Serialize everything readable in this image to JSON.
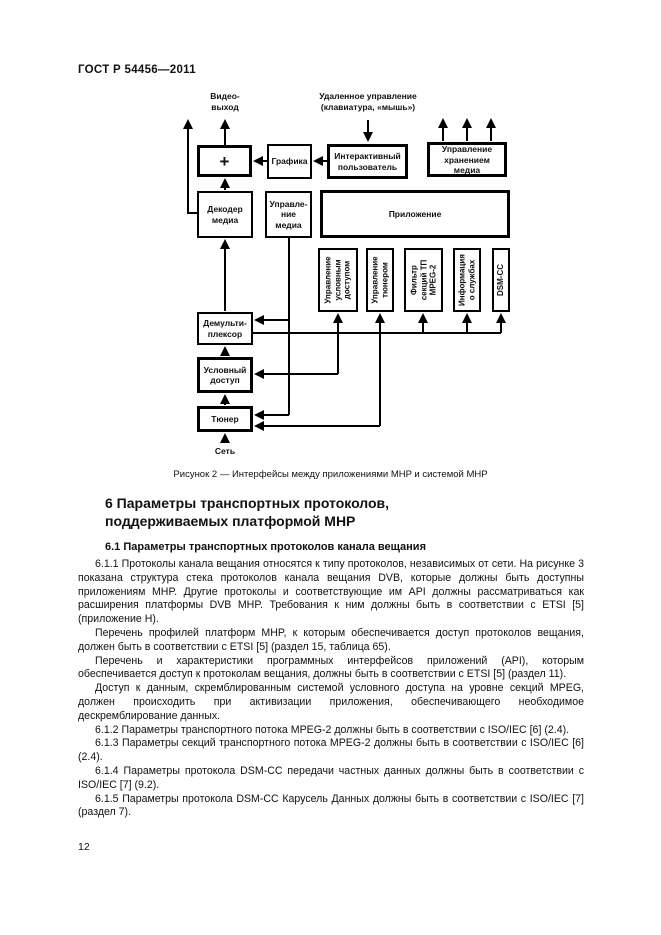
{
  "page": {
    "header": "ГОСТ Р 54456—2011",
    "page_number": "12"
  },
  "figure": {
    "caption": "Рисунок 2 — Интерфейсы между приложениями MHP и системой MHP",
    "labels": {
      "video_out": "Видео-\nвыход",
      "remote_control": "Удаленное управление\n(клавиатура, «мышь»)",
      "network": "Сеть"
    },
    "boxes": {
      "plus": "+",
      "graphics": "Графика",
      "interactive_user": "Интерактивный\nпользователь",
      "media_storage": "Управление\nхранением\nмедиа",
      "media_decoder": "Декодер\nмедиа",
      "media_control": "Управле-\nние\nмедиа",
      "application": "Приложение",
      "ca_control": "Управление\nусловным\nдоступом",
      "tuner_control": "Управление\nтюнером",
      "ts_section_filter": "Фильтр\nсекций ТП\nMPEG-2",
      "service_info": "Информация\nо службах",
      "dsm_cc": "DSM-CC",
      "demultiplexer": "Демульти-\nплексор",
      "conditional_access": "Условный\nдоступ",
      "tuner": "Тюнер"
    }
  },
  "section": {
    "title": "6 Параметры транспортных протоколов,\nподдерживаемых платформой MHP",
    "subsection_title": "6.1 Параметры транспортных протоколов канала вещания",
    "paragraphs": [
      "6.1.1 Протоколы канала вещания относятся к типу протоколов, независимых от сети. На рисунке 3 показана структура стека протоколов канала вещания DVB, которые должны быть доступны приложениям MHP. Другие протоколы и соответствующие им API должны рассматриваться как расширения платформы DVB MHP. Требования к ним должны быть в соответствии с ETSI [5] (приложение H).",
      "Перечень профилей платформ MHP, к которым обеспечивается доступ протоколов вещания, должен быть в соответствии с ETSI [5] (раздел 15, таблица 65).",
      "Перечень и характеристики программных интерфейсов приложений (API), которым обеспечивается доступ к протоколам вещания, должны быть в соответствии с ETSI [5] (раздел 11).",
      "Доступ к данным, скремблированным системой условного доступа на уровне секций MPEG, должен происходить при активизации приложения, обеспечивающего необходимое дескремблирование данных.",
      "6.1.2 Параметры транспортного потока MPEG-2 должны быть в соответствии с ISO/IEC [6] (2.4).",
      "6.1.3 Параметры секций транспортного потока MPEG-2 должны быть в соответствии с ISO/IEC [6] (2.4).",
      "6.1.4 Параметры протокола DSM-CC передачи частных данных должны быть в соответствии с ISO/IEC [7] (9.2).",
      "6.1.5 Параметры протокола DSM-CC Карусель Данных должны быть в соответствии с ISO/IEC [7] (раздел 7)."
    ]
  },
  "colors": {
    "ink": "#000000",
    "paper": "#ffffff"
  }
}
